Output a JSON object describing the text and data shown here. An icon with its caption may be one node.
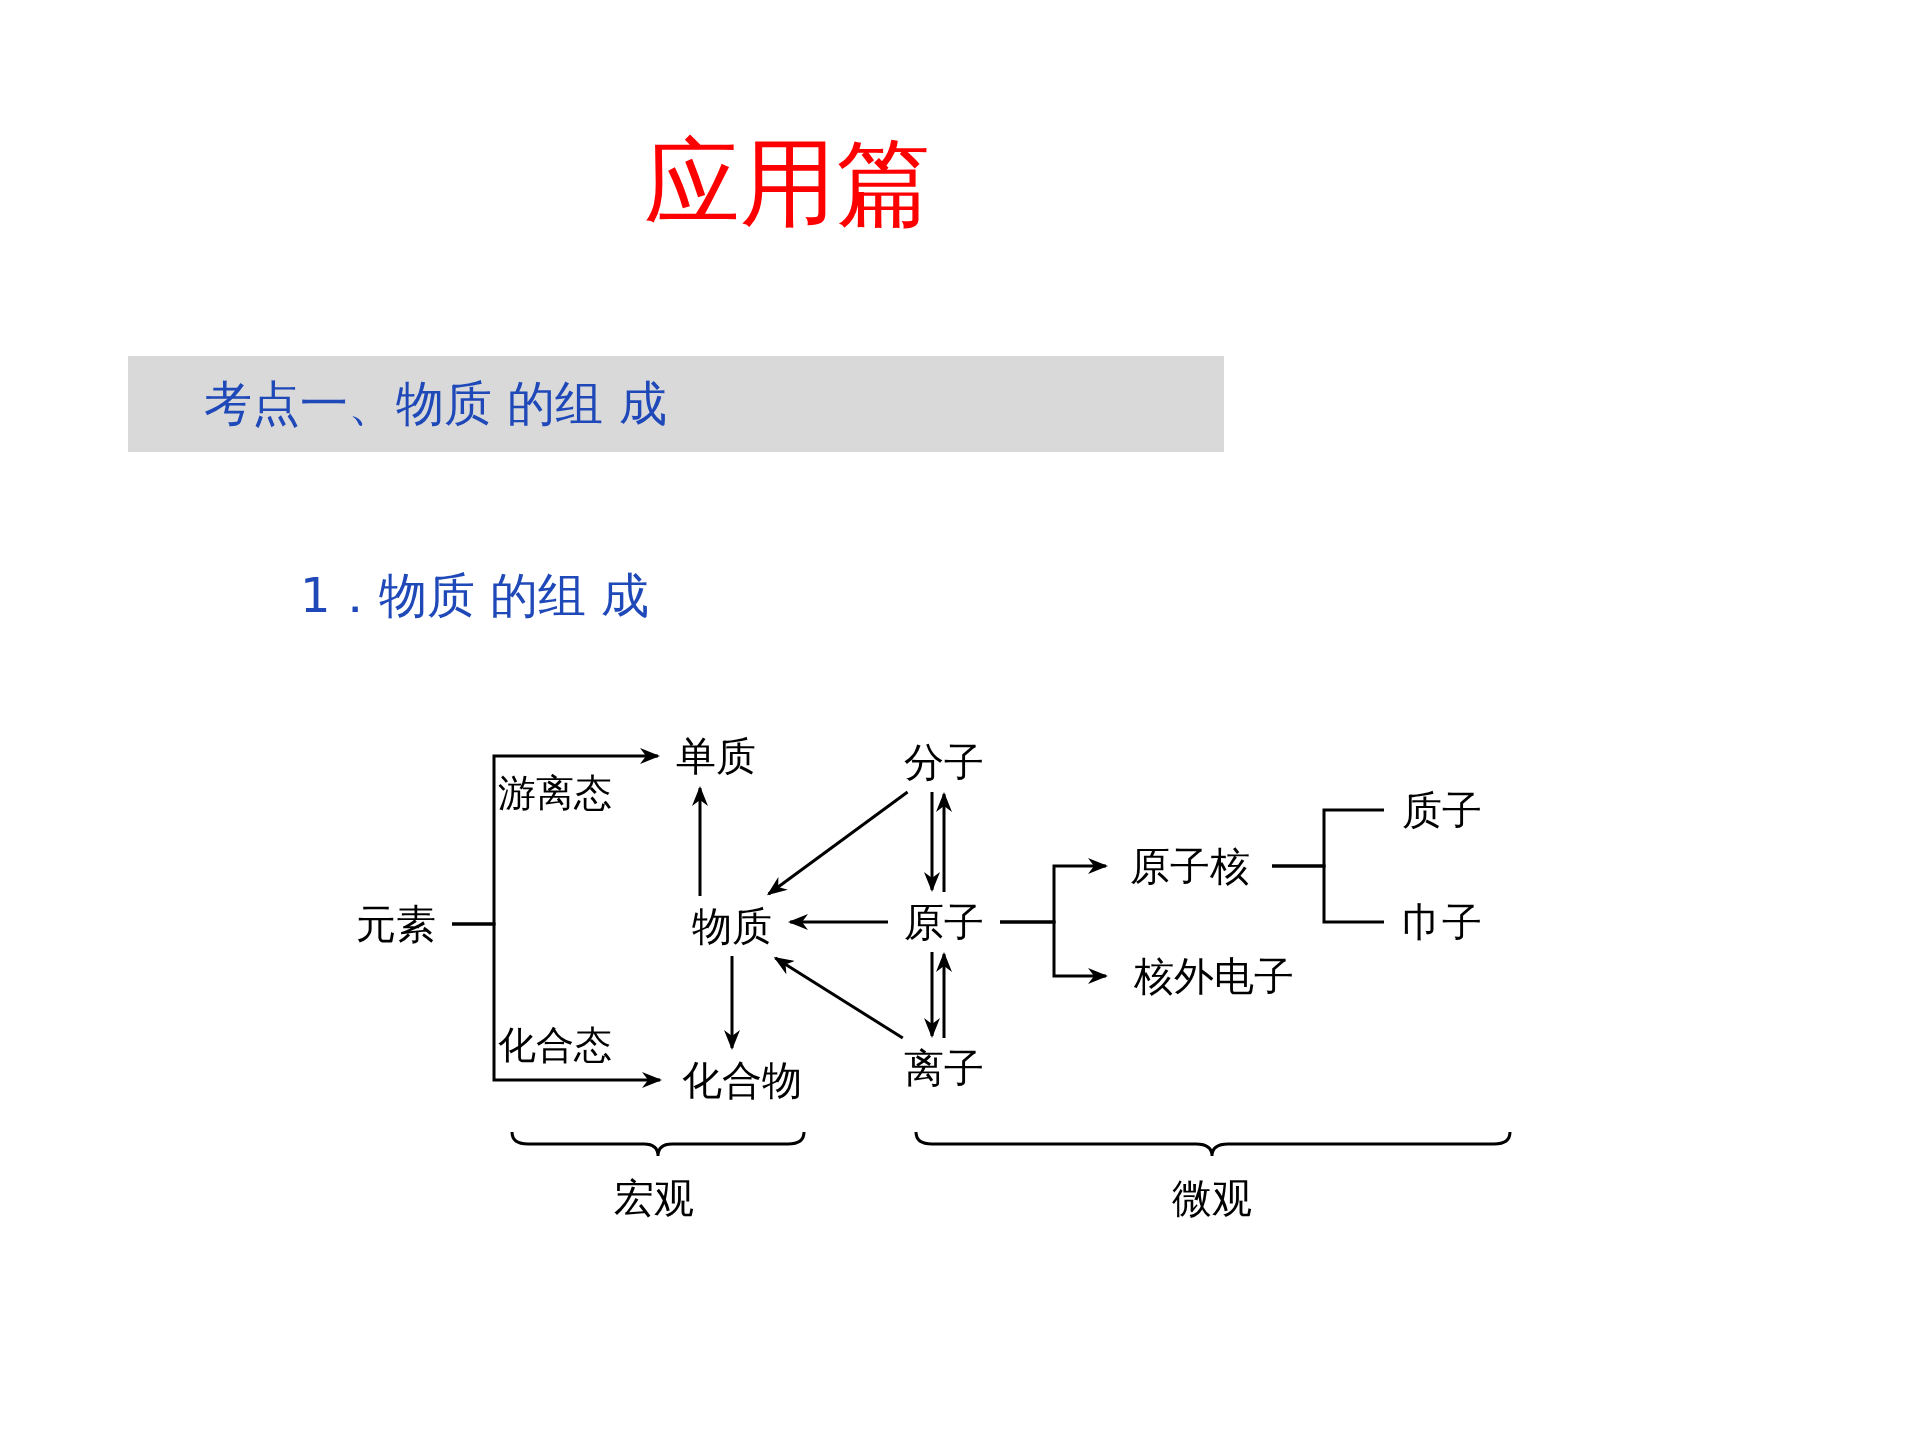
{
  "diagram": {
    "title": "应用篇",
    "nodes": [
      {
        "text": [
          "元素"
        ]
      },
      {
        "text": [
          "单质"
        ]
      },
      {
        "text": [
          "化合物"
        ]
      },
      {
        "text": [
          "物质"
        ]
      },
      {
        "text": [
          "分子"
        ]
      },
      {
        "text": [
          "原子"
        ]
      },
      {
        "text": [
          "离子"
        ]
      },
      {
        "text": [
          "原子核"
        ]
      },
      {
        "text": [
          "核外电子"
        ]
      },
      {
        "text": [
          "质子"
        ]
      },
      {
        "text": [
          "巾子"
        ]
      }
    ],
    "edges": [
      {
        "from": 0,
        "to": 1,
        "arrow": "to",
        "label": "游离态"
      },
      {
        "from": 0,
        "to": 2,
        "arrow": "to",
        "label": "化合态"
      },
      {
        "from": 3,
        "to": 1,
        "arrow": "to"
      },
      {
        "from": 3,
        "to": 2,
        "arrow": "to"
      },
      {
        "from": 4,
        "to": 3,
        "arrow": "to"
      },
      {
        "from": 5,
        "to": 3,
        "arrow": "to"
      },
      {
        "from": 6,
        "to": 3,
        "arrow": "to"
      },
      {
        "from": 4,
        "to": 5,
        "arrow": "to"
      },
      {
        "from": 5,
        "to": 4,
        "arrow": "to"
      },
      {
        "from": 5,
        "to": 6,
        "arrow": "to"
      },
      {
        "from": 6,
        "to": 5,
        "arrow": "to"
      },
      {
        "from": 5,
        "to": 7,
        "arrow": "to"
      },
      {
        "from": 5,
        "to": 8,
        "arrow": "to"
      },
      {
        "from": 7,
        "to": 9,
        "arrow": "none"
      },
      {
        "from": 7,
        "to": 10,
        "arrow": "none"
      }
    ],
    "labels": [
      "考点一、物质 的组 成",
      "1．物质 的组 成",
      "宏观",
      "微观"
    ]
  }
}
